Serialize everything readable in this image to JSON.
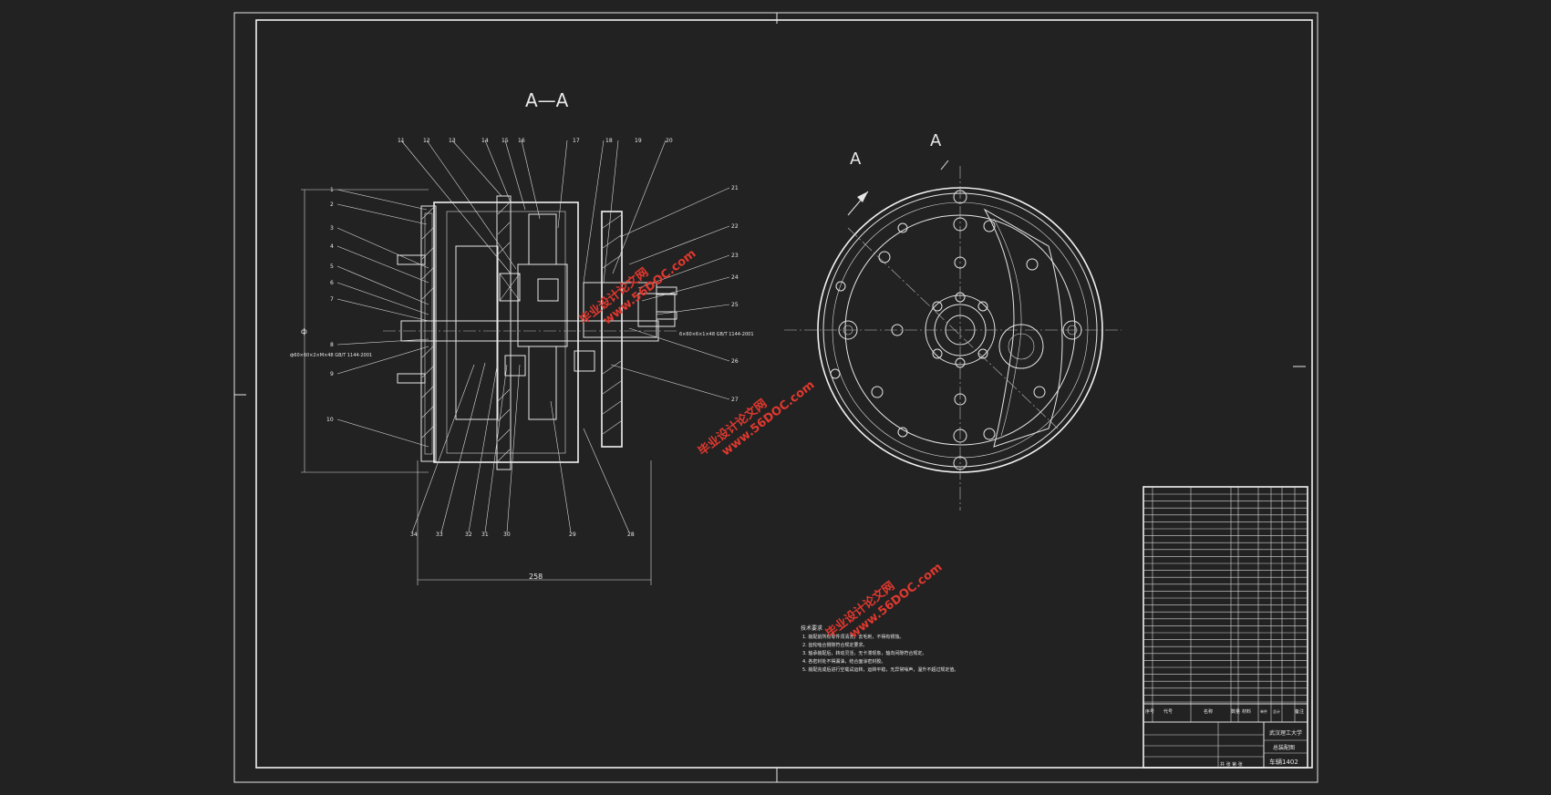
{
  "drawing": {
    "section_title": "A—A",
    "view_label_top": "A",
    "view_label_arrow": "A",
    "dimension_bottom": "258",
    "dimension_left": "ф",
    "leader_note_left": "ф60×60×2×M×48 GB/T 1144-2001",
    "leader_note_right": "6×60×6×1×48 GB/T 1144-2001",
    "balloons_top": [
      "11",
      "12",
      "13",
      "14",
      "15",
      "16",
      "17",
      "18",
      "19",
      "20"
    ],
    "balloons_left": [
      "1",
      "2",
      "3",
      "4",
      "5",
      "6",
      "7",
      "8",
      "9",
      "10"
    ],
    "balloons_right": [
      "21",
      "22",
      "23",
      "24",
      "25",
      "26",
      "27"
    ],
    "balloons_bottom": [
      "34",
      "33",
      "32",
      "31",
      "30",
      "29",
      "28"
    ]
  },
  "tech_requirements": {
    "heading": "技术要求",
    "lines": [
      "1. 装配前所有零件须清洗，去毛刺，不得有锈蚀。",
      "2. 齿轮啮合侧隙符合规定要求。",
      "3. 轴承装配后，转动灵活，无卡滞现象，轴向间隙符合规定。",
      "4. 各密封处不得漏油，结合面涂密封胶。",
      "5. 装配完成后进行空载试运转，运转平稳，无异常噪声，温升不超过规定值。"
    ]
  },
  "title_block": {
    "school": "武汉理工大学",
    "drawing_name": "总装配图",
    "drawing_number": "车辆1402",
    "sheet_info": "共 张 第 张",
    "header_cols": [
      "序号",
      "代号",
      "名称",
      "数量",
      "材料",
      "单件",
      "总计",
      "备注"
    ]
  },
  "watermarks": [
    {
      "line1": "毕业设计论文网",
      "line2": "www.56DOC.com"
    },
    {
      "line1": "毕业设计论文网",
      "line2": "www.56DOC.com"
    },
    {
      "line1": "毕业设计论文网",
      "line2": "www.56DOC.com"
    }
  ],
  "colors": {
    "background": "#222222",
    "lines": "#e6e6e6",
    "watermark": "#e0382e"
  }
}
